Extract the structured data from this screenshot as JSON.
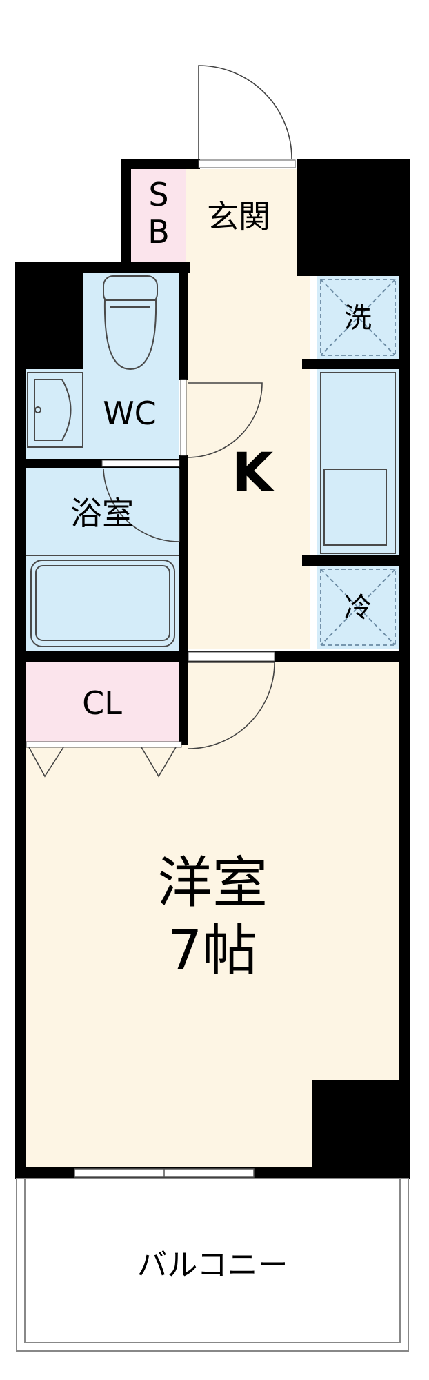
{
  "rooms": {
    "storage_box": {
      "line1": "S",
      "line2": "B"
    },
    "entrance": "玄関",
    "toilet": "WC",
    "bathroom": "浴室",
    "kitchen": "K",
    "closet": "CL",
    "western_room": {
      "line1": "洋室",
      "line2": "7帖"
    },
    "balcony": "バルコニー"
  },
  "appliances": {
    "washer": "洗",
    "fridge": "冷"
  },
  "colors": {
    "wall": "#000000",
    "floor_room": "#fdf5e4",
    "floor_wet": "#d4ecf9",
    "storage": "#fbe4ec",
    "fixture_line": "#4a4a4a"
  }
}
